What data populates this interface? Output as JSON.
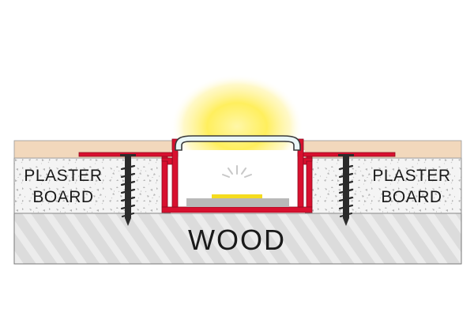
{
  "labels": {
    "left_plaster": [
      "PLASTER",
      "BOARD"
    ],
    "right_plaster": [
      "PLASTER",
      "BOARD"
    ],
    "wood": "WOOD"
  },
  "colors": {
    "wood_fill": "#dcdcdc",
    "wood_stripe": "#eeeeee",
    "plaster_fill": "#f4f4f4",
    "plaster_speckle": "#b8b8b8",
    "finish_layer": "#f2d8bc",
    "profile_red": "#d8102f",
    "diffuser": "#eaf6f7",
    "led_chip": "#f5dc1e",
    "pcb_strip": "#b9b9b9",
    "glow": "#ffe83a",
    "screw": "#2b2b2b",
    "outline": "#555555"
  },
  "icons": [
    "light-glow",
    "led-strip",
    "aluminium-profile",
    "diffuser-cover",
    "screw-icon"
  ]
}
